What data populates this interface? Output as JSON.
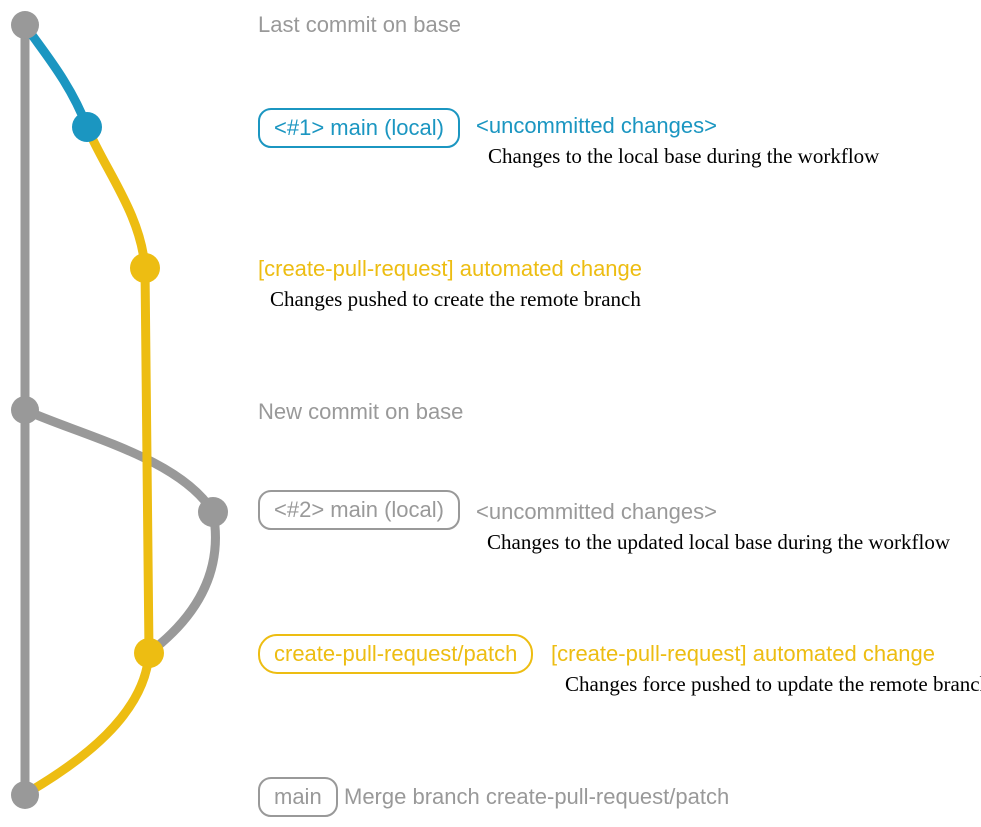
{
  "colors": {
    "gray": "#999999",
    "blue": "#1b96c1",
    "yellow": "#edbd12",
    "ink": "#000000",
    "background": "#ffffff"
  },
  "annotations": {
    "last_commit": {
      "label": "Last commit on base"
    },
    "local_1": {
      "badge": "<#1> main (local)",
      "heading": "<uncommitted changes>",
      "description": "Changes to the local base during the workflow"
    },
    "automated_1": {
      "heading": "[create-pull-request] automated change",
      "description": "Changes pushed to create the remote branch"
    },
    "new_commit": {
      "label": "New commit on base"
    },
    "local_2": {
      "badge": "<#2> main (local)",
      "heading": "<uncommitted changes>",
      "description": "Changes to the updated local base during the workflow"
    },
    "automated_2": {
      "badge": "create-pull-request/patch",
      "heading": "[create-pull-request] automated change",
      "description": "Changes force pushed to update the remote branch"
    },
    "merge": {
      "badge": "main",
      "label": "Merge branch create-pull-request/patch"
    }
  },
  "graph": {
    "nodes": [
      {
        "id": "last-commit-on-base",
        "branch_color": "gray"
      },
      {
        "id": "local-main-1-uncommitted",
        "branch_color": "blue"
      },
      {
        "id": "automated-change-1",
        "branch_color": "yellow"
      },
      {
        "id": "new-commit-on-base",
        "branch_color": "gray"
      },
      {
        "id": "local-main-2-uncommitted",
        "branch_color": "gray"
      },
      {
        "id": "automated-change-2",
        "branch_color": "yellow"
      },
      {
        "id": "merge-commit",
        "branch_color": "gray"
      }
    ]
  }
}
